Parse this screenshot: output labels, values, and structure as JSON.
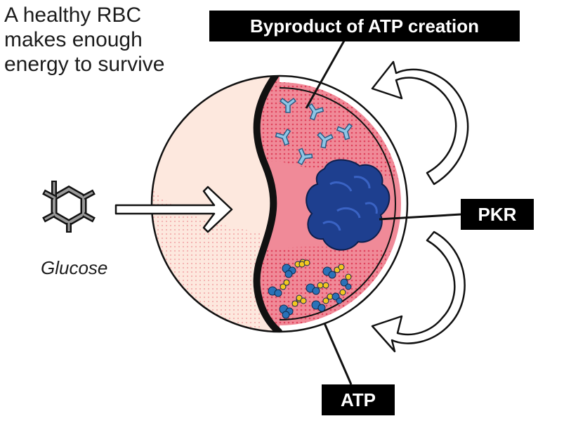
{
  "caption": {
    "line1": "A healthy RBC",
    "line2": "makes enough",
    "line3": "energy to survive"
  },
  "labels": {
    "byproduct": "Byproduct of ATP creation",
    "pkr": "PKR",
    "atp": "ATP",
    "glucose": "Glucose"
  },
  "colors": {
    "cell_left": "#fde8de",
    "cell_right": "#f08a98",
    "cell_dots": "#e0445e",
    "byproduct": "#8fc6e6",
    "pkr": "#1e3f8f",
    "atp_blue": "#2a72b8",
    "atp_yellow": "#f3c820",
    "outline": "#111111"
  },
  "icons": {
    "glucose": "hexagon-molecule-icon",
    "arrow": "outline-arrow-right-icon",
    "cycle": "curved-cycle-arrows-icon"
  }
}
